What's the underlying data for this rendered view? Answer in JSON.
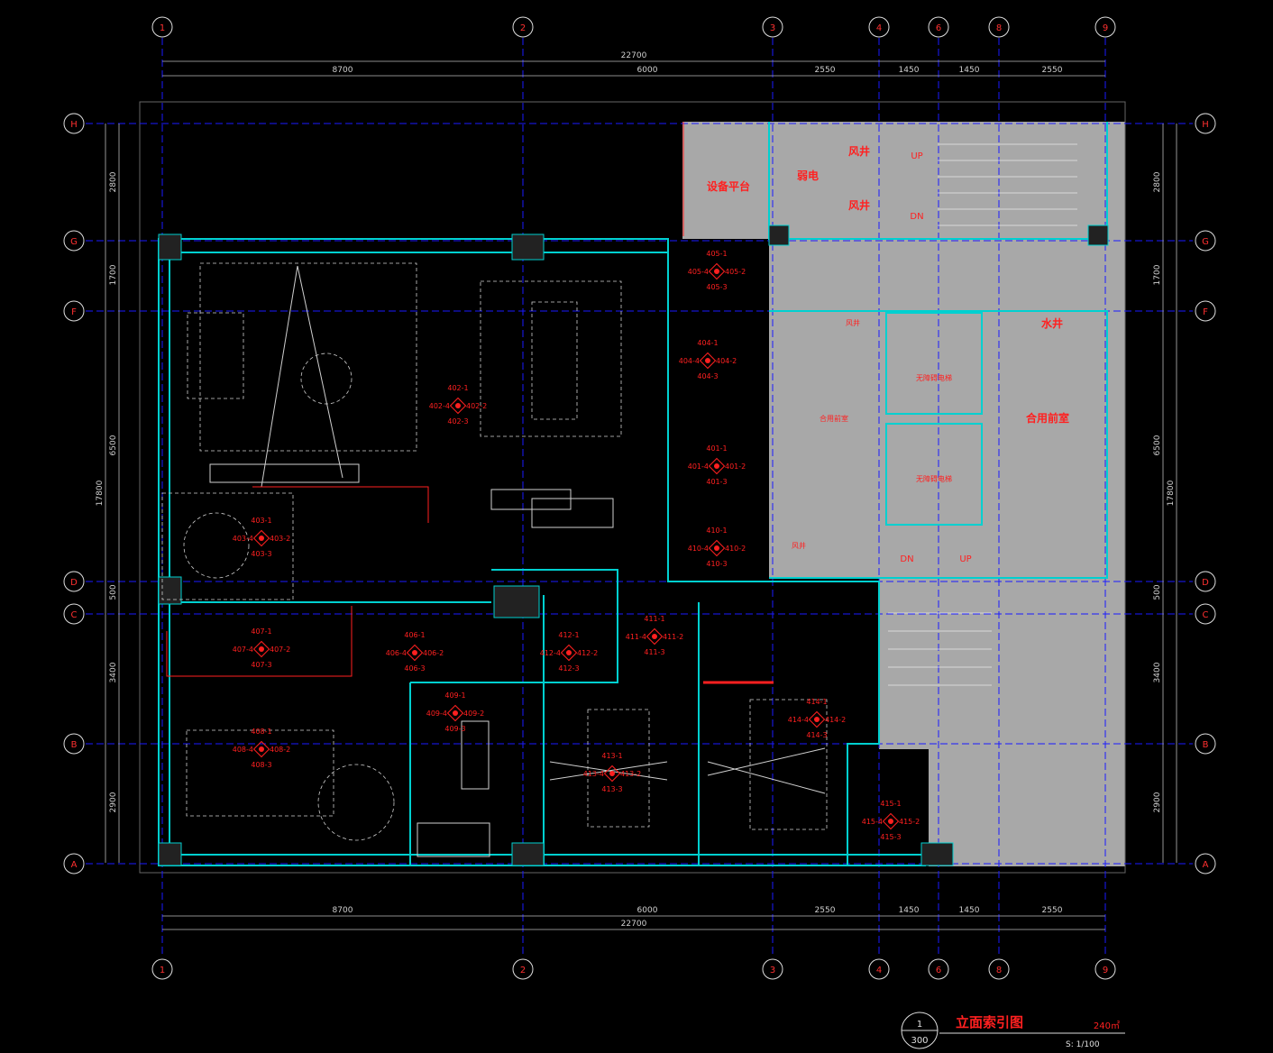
{
  "drawing": {
    "title": "立面索引图",
    "area": "240㎡",
    "detail_number": "1",
    "sheet_number": "300",
    "scale": "S: 1/100"
  },
  "grid_columns": [
    "1",
    "2",
    "3",
    "4",
    "6",
    "8",
    "9"
  ],
  "grid_rows": [
    "H",
    "G",
    "F",
    "D",
    "C",
    "B",
    "A"
  ],
  "dims_top": {
    "overall": "22700",
    "segments": [
      "8700",
      "6000",
      "2550",
      "1450",
      "1450",
      "2550"
    ]
  },
  "dims_bottom": {
    "overall": "22700",
    "segments": [
      "8700",
      "6000",
      "2550",
      "1450",
      "1450",
      "2550"
    ]
  },
  "dims_side": {
    "overall": "17800",
    "segments": [
      "2800",
      "1700",
      "6500",
      "500",
      "3400",
      "2900"
    ]
  },
  "rooms": {
    "equipment_platform": "设备平台",
    "weak_current": "弱电",
    "air_shaft_1": "风井",
    "air_shaft_2": "风井",
    "air_shaft_3": "风井",
    "air_shaft_4": "风井",
    "water_shaft": "水井",
    "shared_lobby_small": "合用前室",
    "shared_lobby_large": "合用前室",
    "elevator_1": "无障碍电梯",
    "elevator_2": "无障碍电梯",
    "stair_up_top": "UP",
    "stair_dn_top": "DN",
    "stair_dn_bottom": "DN",
    "stair_up_bottom": "UP"
  },
  "index_marks": [
    {
      "id": "402",
      "labels": [
        "402-1",
        "402-4",
        "402-2",
        "402-3"
      ]
    },
    {
      "id": "403",
      "labels": [
        "403-1",
        "403-4",
        "403-2",
        "403-3"
      ]
    },
    {
      "id": "404",
      "labels": [
        "404-1",
        "404-4",
        "404-2",
        "404-3"
      ]
    },
    {
      "id": "405",
      "labels": [
        "405-1",
        "405-4",
        "405-2",
        "405-3"
      ]
    },
    {
      "id": "401",
      "labels": [
        "401-1",
        "401-4",
        "401-2",
        "401-3"
      ]
    },
    {
      "id": "410",
      "labels": [
        "410-1",
        "410-4",
        "410-2",
        "410-3"
      ]
    },
    {
      "id": "407",
      "labels": [
        "407-1",
        "407-4",
        "407-2",
        "407-3"
      ]
    },
    {
      "id": "406",
      "labels": [
        "406-1",
        "406-4",
        "406-2",
        "406-3"
      ]
    },
    {
      "id": "412",
      "labels": [
        "412-1",
        "412-4",
        "412-2",
        "412-3"
      ]
    },
    {
      "id": "411",
      "labels": [
        "411-1",
        "411-4",
        "411-2",
        "411-3"
      ]
    },
    {
      "id": "408",
      "labels": [
        "408-1",
        "408-4",
        "408-2",
        "408-3"
      ]
    },
    {
      "id": "409",
      "labels": [
        "409-1",
        "409-4",
        "409-2",
        "409-3"
      ]
    },
    {
      "id": "413",
      "labels": [
        "413-1",
        "413-4",
        "413-2",
        "413-3"
      ]
    },
    {
      "id": "414",
      "labels": [
        "414-1",
        "414-4",
        "414-2",
        "414-3"
      ]
    },
    {
      "id": "415",
      "labels": [
        "415-1",
        "415-4",
        "415-2",
        "415-3"
      ]
    }
  ],
  "colors": {
    "grid": "#1a1aff",
    "wall": "#00d0d0",
    "index": "#ff2020",
    "core_fill": "#a8a8a8",
    "furniture": "#cfcfcf"
  }
}
